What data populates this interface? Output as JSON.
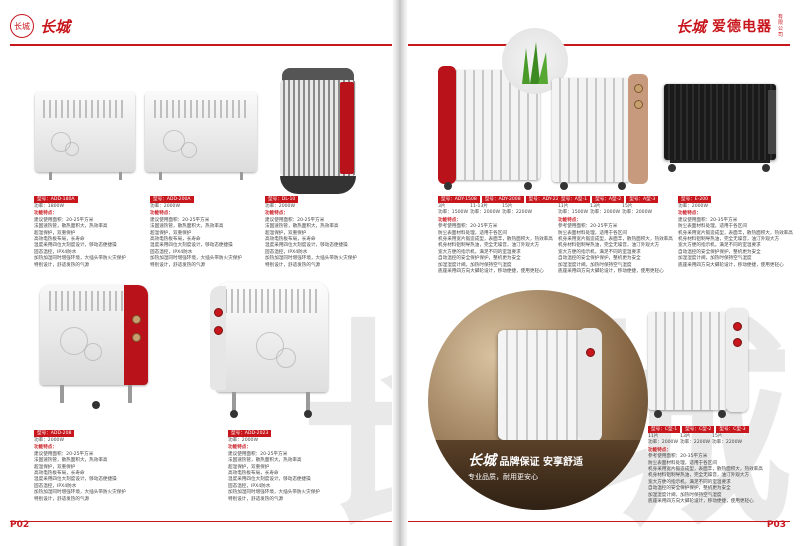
{
  "brand": {
    "seal": "长城",
    "brush_logo": "长城",
    "name": "爱德电器",
    "sub": "有限公司",
    "accent": "#c8161d"
  },
  "left_page": {
    "page_number": "P02",
    "products": [
      {
        "model_label": "型号：ADD-180A",
        "rows": [
          "功率：1800W"
        ],
        "features_title": "功能特点：",
        "features": [
          "建议使用面积：20-25平方米",
          "法国速热管，散热面积大，热效率高",
          "超温保护，双重保护",
          "高效电热板布局，长寿命",
          "温度采用四位大刻度设计，够动态便捷操",
          "固态温控，IPX4防水",
          "加热加湿同时增强环境，大插头带防火灾保护",
          "特别设计，舒适发热的气源"
        ]
      },
      {
        "model_label": "型号：ADD-200A",
        "rows": [
          "功率：2000W"
        ],
        "features_title": "功能特点：",
        "features": [
          "建议使用面积：20-25平方米",
          "法国速热管，散热面积大，热效率高",
          "超温保护，双重保护",
          "高效电热板布局，长寿命",
          "温度采用四位大刻度设计，够动态便捷操",
          "固态温控，IPX4防水",
          "加热加湿同时增强环境，大插头带防火灾保护",
          "特别设计，舒适发热的气源"
        ]
      },
      {
        "model_label": "型号：DL-10",
        "rows": [
          "功率：2000W"
        ],
        "features_title": "功能特点：",
        "features": [
          "建议使用面积：20-25平方米",
          "法国速热管，散热面积大，热效率高",
          "超温保护，双重保护",
          "高效电热板布局，长寿命",
          "温度采用四位大刻度设计，够动态便捷操",
          "固态温控，IPX4防水",
          "加热加湿同时增强环境，大插头带防火灾保护",
          "特别设计，舒适发热的气源"
        ]
      },
      {
        "model_label": "型号：ADD-208",
        "rows": [
          "功率：2000W"
        ],
        "features_title": "功能特点：",
        "features": [
          "建议使用面积：20-25平方米",
          "法国速热管，散热面积大，热效率高",
          "超温保护，双重保护",
          "高效电热板布局，长寿命",
          "温度采用四位大刻度设计，够动态便捷操",
          "固态温控，IPX4防水",
          "加热加湿同时增强环境，大插头带防火灾保护",
          "特别设计，舒适发热的气源"
        ]
      },
      {
        "model_label": "型号：ADD-2023",
        "rows": [
          "功率：2000W"
        ],
        "features_title": "功能特点：",
        "features": [
          "建议使用面积：20-25平方米",
          "法国速热管，散热面积大，热效率高",
          "超温保护，双重保护",
          "高效电热板布局，长寿命",
          "温度采用四位大刻度设计，够动态便捷操",
          "固态温控，IPX4防水",
          "加热加湿同时增强环境，大插头带防火灾保护",
          "特别设计，舒适发热的气源"
        ]
      }
    ]
  },
  "right_page": {
    "page_number": "P03",
    "slogan_brand": "长城",
    "slogan_line1": "品牌保证  安享舒适",
    "slogan_line2": "专业品质，耐用更安心",
    "groups": [
      {
        "tags": [
          "型号：ADY-1508",
          "型号：ADY-2008",
          "型号：ADY-2208"
        ],
        "values": [
          [
            "3片",
            "功率：1500W"
          ],
          [
            "11-13片",
            "功率：2000W"
          ],
          [
            "15片",
            "功率：2200W"
          ]
        ],
        "features_title": "功能特点：",
        "features": [
          "参考使用面积：20-25平方米",
          "防尘表面材料处理，适用于各区间",
          "机身采用宽片锻造成型，表面丰，散热面积大，热效率高",
          "机身材料铝制导热油，完全无噪音，油汀外观大方",
          "宽大方便的指示机，满足不同的室温要求",
          "自动温控的安全保护保护，整机更为安全",
          "加湿湿度计阀，加热时保持空气湿度",
          "底座采用四方向大脚轮设计，移动便捷，使用更轻心"
        ]
      },
      {
        "tags": [
          "型号：A型-1",
          "型号：A型-2",
          "型号：A型-3"
        ],
        "values": [
          [
            "11片",
            "功率：1500W"
          ],
          [
            "13片",
            "功率：2000W"
          ],
          [
            "15片",
            "功率：2000W"
          ]
        ],
        "features_title": "功能特点：",
        "features": [
          "参考使用面积：20-25平方米",
          "防尘表面材料处理，适用于各区间",
          "机身采用宽片锻造成型，表面丰，散热面积大，热效率高",
          "机身材料铝制导热油，完全无噪音，油汀外观大方",
          "宽大方便的指示机，满足不同的室温要求",
          "自动温控的安全保护保护，整机更为安全",
          "加湿湿度计阀，加热时保持空气湿度",
          "底座采用四方向大脚轮设计，移动便捷，使用更轻心"
        ]
      },
      {
        "tags": [
          "型号：E-200"
        ],
        "values": [
          [
            "功率：2000W"
          ]
        ],
        "features_title": "功能特点：",
        "features": [
          "建议使用面积：20-35平方米",
          "防尘表面材料处理，适用于各区间",
          "机身采用宽片锻造成型，表面丰，散热面积大，热效率高",
          "机身材料铝制导热油，完全无噪音，油汀外观大方",
          "宽大方便的指示机，满足不同的室温要求",
          "自动温控的安全保护保护，整机更为安全",
          "加湿湿度计阀，加热时保持空气湿度",
          "底座采用四方向大脚轮设计，移动便捷，使用更轻心"
        ]
      },
      {
        "tags": [
          "型号：C型-1",
          "型号：C型-2",
          "型号：C型-3"
        ],
        "values": [
          [
            "11片",
            "功率：2000W"
          ],
          [
            "13片",
            "功率：2200W"
          ],
          [
            "15片",
            "功率：2200W"
          ]
        ],
        "features_title": "功能特点：",
        "features": [
          "参考使用面积：20-35平方米",
          "防尘表面材料处理，适用于各区间",
          "机身采用宽片锻造成型，表面丰，散热面积大，热效率高",
          "机身材料铝制导热油，完全无噪音，油汀外观大方",
          "宽大方便的指示机，满足不同的室温要求",
          "自动温控的安全保护保护，整机更为安全",
          "加湿湿度计阀，加热时保持空气湿度",
          "底座采用四方向大脚轮设计，移动便捷，使用更轻心"
        ]
      }
    ]
  },
  "watermark_chars": [
    "长",
    "城"
  ]
}
